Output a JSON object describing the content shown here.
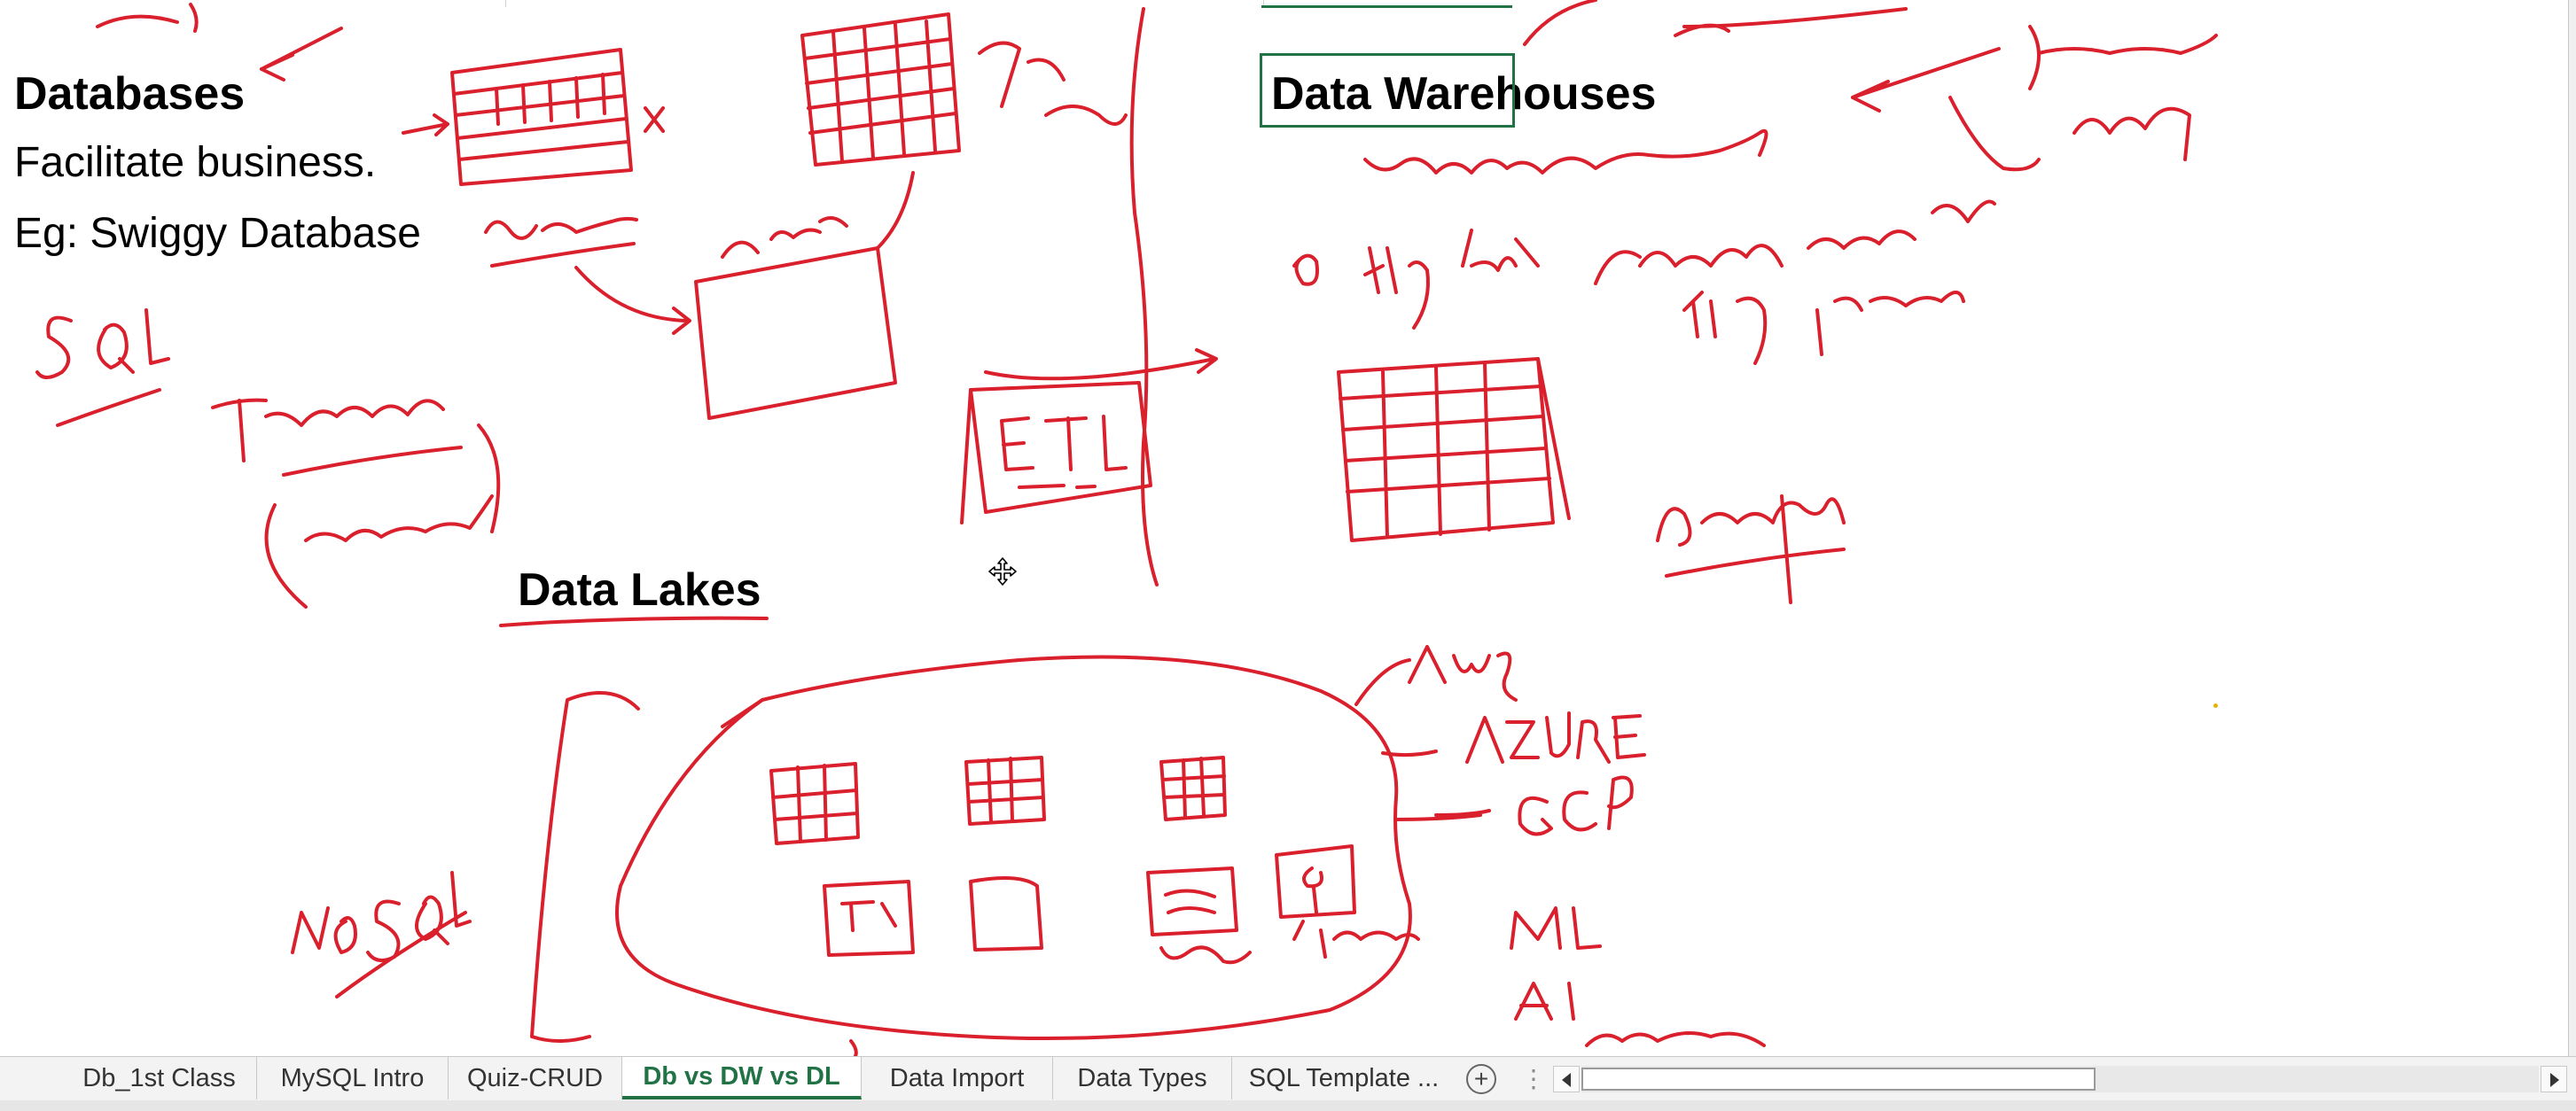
{
  "sheet": {
    "headings": {
      "databases": "Databases",
      "data_warehouses": "Data Warehouses",
      "data_lakes": "Data Lakes"
    },
    "lines": {
      "facilitate": "Facilitate business.",
      "example": "Eg: Swiggy Database"
    },
    "ink_color": "#d9202c"
  },
  "tabs": {
    "items": [
      {
        "label": "Db_1st Class"
      },
      {
        "label": "MySQL Intro"
      },
      {
        "label": "Quiz-CRUD"
      },
      {
        "label": "Db vs DW vs DL"
      },
      {
        "label": "Data Import"
      },
      {
        "label": "Data Types"
      },
      {
        "label": "SQL Template ..."
      }
    ],
    "active": "Db vs DW vs DL",
    "add_icon": "plus-circle-icon",
    "more_icon": "vertical-ellipsis-icon"
  },
  "colors": {
    "accent": "#217346",
    "ink": "#d9202c"
  }
}
